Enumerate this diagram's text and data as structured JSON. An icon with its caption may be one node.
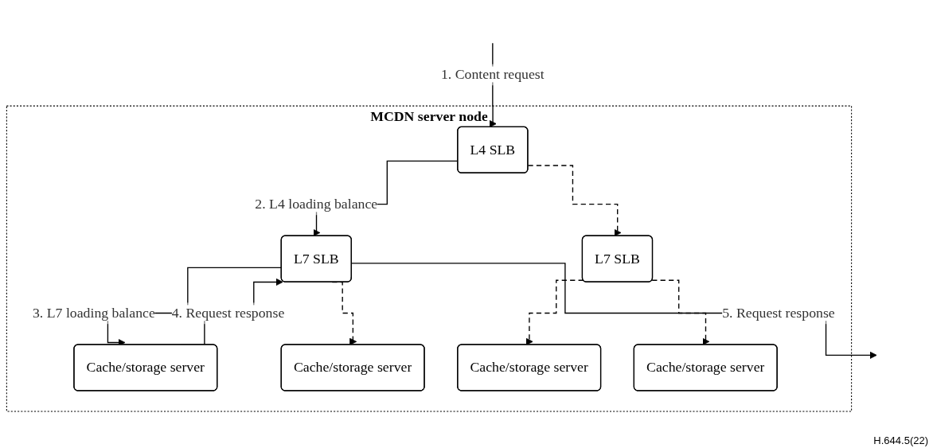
{
  "diagram": {
    "nodes": [
      {
        "text": [
          "MCDN server node"
        ]
      },
      {
        "text": [
          "L4 SLB"
        ],
        "in": 0
      },
      {
        "text": [
          "L7 SLB"
        ],
        "in": 0
      },
      {
        "text": [
          "L7 SLB"
        ],
        "in": 0
      },
      {
        "text": [
          "Cache/storage server"
        ],
        "in": 0
      },
      {
        "text": [
          "Cache/storage server"
        ],
        "in": 0
      },
      {
        "text": [
          "Cache/storage server"
        ],
        "in": 0
      },
      {
        "text": [
          "Cache/storage server"
        ],
        "in": 0
      }
    ],
    "edges": [
      {
        "from": null,
        "to": 1,
        "arrow": "to",
        "label": "1. Content request"
      },
      {
        "from": 1,
        "to": 2,
        "arrow": "to",
        "label": "2. L4 loading balance"
      },
      {
        "from": 1,
        "to": 3,
        "arrow": "to",
        "style": "dashed"
      },
      {
        "from": 2,
        "to": 4,
        "arrow": "to",
        "label": "3. L7 loading balance"
      },
      {
        "from": 2,
        "to": 5,
        "arrow": "to",
        "style": "dashed"
      },
      {
        "from": 4,
        "to": 2,
        "arrow": "to",
        "label": "4. Request response"
      },
      {
        "from": 2,
        "to": null,
        "arrow": "to",
        "label": "5. Request response"
      },
      {
        "from": 3,
        "to": 6,
        "arrow": "to",
        "style": "dashed"
      },
      {
        "from": 3,
        "to": 7,
        "arrow": "to",
        "style": "dashed"
      }
    ],
    "labels": [
      "H.644.5(22)"
    ]
  }
}
